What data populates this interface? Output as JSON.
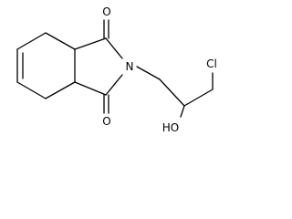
{
  "atoms": {
    "o_top": "O",
    "o_bottom": "O",
    "n": "N",
    "cl": "Cl",
    "ho": "HO"
  }
}
